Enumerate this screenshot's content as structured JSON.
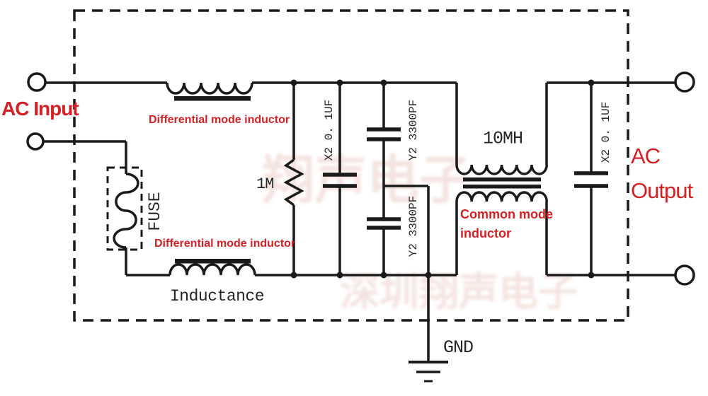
{
  "diagram_type": "EMI power line filter schematic",
  "colors": {
    "circuit_line": "#1a1a1a",
    "annotation_red": "#d32227",
    "watermark_pink": "#d9a49a",
    "background": "#ffffff"
  },
  "labels": {
    "ac_input": "AC Input",
    "ac_output_1": "AC",
    "ac_output_2": "Output",
    "fuse": "FUSE",
    "diff_inductor_top": "Differential mode inductor",
    "diff_inductor_bottom": "Differential mode inductor",
    "inductance": "Inductance",
    "resistor_value": "1M",
    "x2_cap_left": "X2 0. 1UF",
    "x2_cap_right": "X2 0. 1UF",
    "y2_cap_top": "Y2 3300PF",
    "y2_cap_bottom": "Y2 3300PF",
    "common_mode_value": "10MH",
    "common_mode_1": "Common mode",
    "common_mode_2": "inductor",
    "ground": "GND"
  },
  "watermark": {
    "line1": "翔声电子",
    "line2": "深圳翔声电子"
  }
}
